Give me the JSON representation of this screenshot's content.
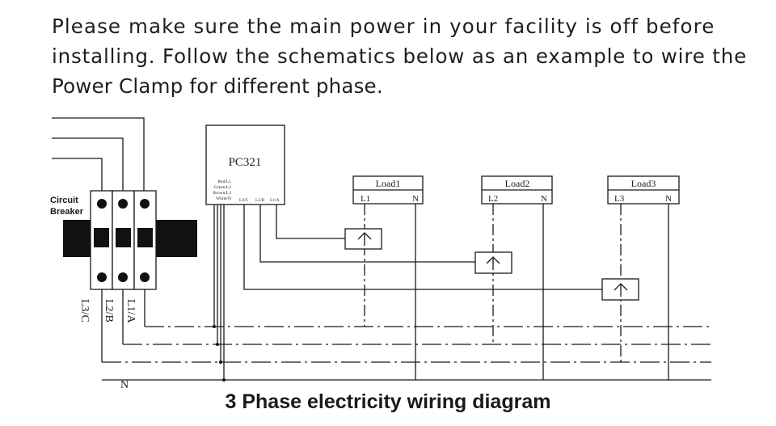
{
  "intro": {
    "line1": "Please make sure the main power in your facility is off before",
    "line2": "installing. Follow the schematics below as an example to wire the",
    "line3": "Power Clamp for different phase."
  },
  "breaker": {
    "label_line1": "Circuit",
    "label_line2": "Breaker"
  },
  "device": {
    "name": "PC321",
    "wire_colors": [
      "Red/L1",
      "Green/L2",
      "Brown/L3",
      "White/N"
    ],
    "terminals": [
      "L3/C",
      "L2/B",
      "L1/A"
    ]
  },
  "loads": [
    {
      "name": "Load1",
      "line": "L1",
      "neutral": "N"
    },
    {
      "name": "Load2",
      "line": "L2",
      "neutral": "N"
    },
    {
      "name": "Load3",
      "line": "L3",
      "neutral": "N"
    }
  ],
  "phase_labels": [
    "L3/C",
    "L2/B",
    "L1/A"
  ],
  "neutral_label": "N",
  "caption": "3 Phase electricity wiring diagram",
  "colors": {
    "line": "#1a1a1a",
    "text": "#1e1e1e",
    "background": "#ffffff"
  }
}
